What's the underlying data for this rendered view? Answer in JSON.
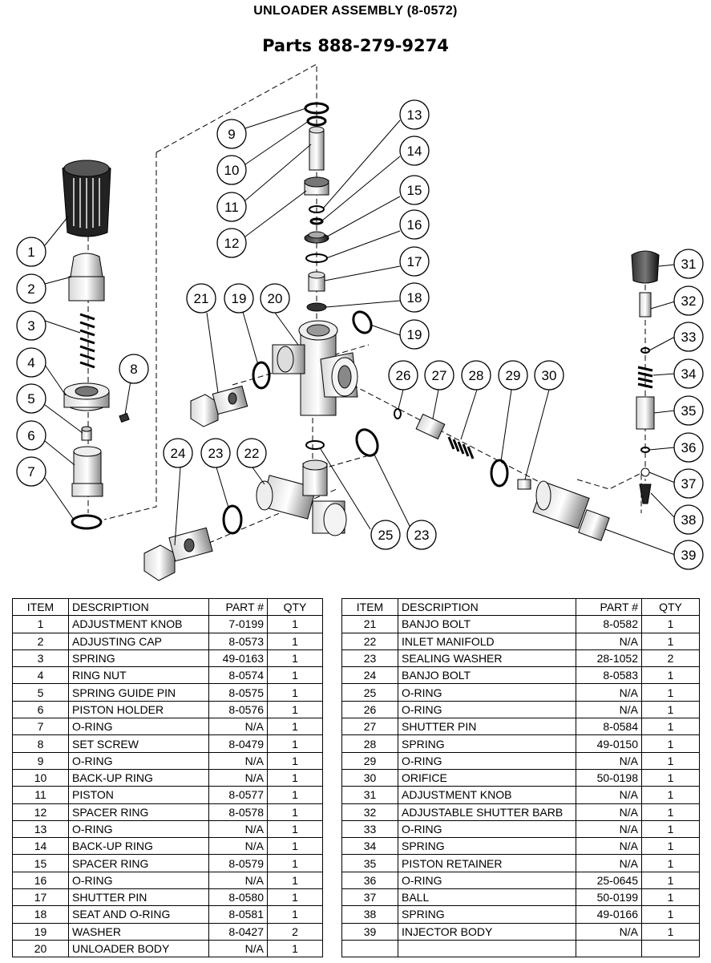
{
  "header": {
    "title": "UNLOADER ASSEMBLY (8-0572)",
    "phone": "Parts 888-279-9274"
  },
  "diagram": {
    "callouts": [
      "1",
      "2",
      "3",
      "4",
      "5",
      "6",
      "7",
      "8",
      "9",
      "10",
      "11",
      "12",
      "13",
      "14",
      "15",
      "16",
      "17",
      "18",
      "19",
      "19",
      "20",
      "21",
      "22",
      "23",
      "23",
      "24",
      "25",
      "26",
      "27",
      "28",
      "29",
      "30",
      "31",
      "32",
      "33",
      "34",
      "35",
      "36",
      "37",
      "38",
      "39"
    ]
  },
  "table": {
    "headers": [
      "ITEM",
      "DESCRIPTION",
      "PART #",
      "QTY"
    ],
    "left_rows": [
      [
        "1",
        "ADJUSTMENT KNOB",
        "7-0199",
        "1"
      ],
      [
        "2",
        "ADJUSTING CAP",
        "8-0573",
        "1"
      ],
      [
        "3",
        "SPRING",
        "49-0163",
        "1"
      ],
      [
        "4",
        "RING NUT",
        "8-0574",
        "1"
      ],
      [
        "5",
        "SPRING GUIDE PIN",
        "8-0575",
        "1"
      ],
      [
        "6",
        "PISTON HOLDER",
        "8-0576",
        "1"
      ],
      [
        "7",
        "O-RING",
        "N/A",
        "1"
      ],
      [
        "8",
        "SET SCREW",
        "8-0479",
        "1"
      ],
      [
        "9",
        "O-RING",
        "N/A",
        "1"
      ],
      [
        "10",
        "BACK-UP RING",
        "N/A",
        "1"
      ],
      [
        "11",
        "PISTON",
        "8-0577",
        "1"
      ],
      [
        "12",
        "SPACER RING",
        "8-0578",
        "1"
      ],
      [
        "13",
        "O-RING",
        "N/A",
        "1"
      ],
      [
        "14",
        "BACK-UP RING",
        "N/A",
        "1"
      ],
      [
        "15",
        "SPACER RING",
        "8-0579",
        "1"
      ],
      [
        "16",
        "O-RING",
        "N/A",
        "1"
      ],
      [
        "17",
        "SHUTTER PIN",
        "8-0580",
        "1"
      ],
      [
        "18",
        "SEAT AND O-RING",
        "8-0581",
        "1"
      ],
      [
        "19",
        "WASHER",
        "8-0427",
        "2"
      ],
      [
        "20",
        "UNLOADER BODY",
        "N/A",
        "1"
      ]
    ],
    "right_rows": [
      [
        "21",
        "BANJO BOLT",
        "8-0582",
        "1"
      ],
      [
        "22",
        "INLET MANIFOLD",
        "N/A",
        "1"
      ],
      [
        "23",
        "SEALING WASHER",
        "28-1052",
        "2"
      ],
      [
        "24",
        "BANJO BOLT",
        "8-0583",
        "1"
      ],
      [
        "25",
        "O-RING",
        "N/A",
        "1"
      ],
      [
        "26",
        "O-RING",
        "N/A",
        "1"
      ],
      [
        "27",
        "SHUTTER PIN",
        "8-0584",
        "1"
      ],
      [
        "28",
        "SPRING",
        "49-0150",
        "1"
      ],
      [
        "29",
        "O-RING",
        "N/A",
        "1"
      ],
      [
        "30",
        "ORIFICE",
        "50-0198",
        "1"
      ],
      [
        "31",
        "ADJUSTMENT KNOB",
        "N/A",
        "1"
      ],
      [
        "32",
        "ADJUSTABLE SHUTTER BARB",
        "N/A",
        "1"
      ],
      [
        "33",
        "O-RING",
        "N/A",
        "1"
      ],
      [
        "34",
        "SPRING",
        "N/A",
        "1"
      ],
      [
        "35",
        "PISTON RETAINER",
        "N/A",
        "1"
      ],
      [
        "36",
        "O-RING",
        "25-0645",
        "1"
      ],
      [
        "37",
        "BALL",
        "50-0199",
        "1"
      ],
      [
        "38",
        "SPRING",
        "49-0166",
        "1"
      ],
      [
        "39",
        "INJECTOR BODY",
        "N/A",
        "1"
      ],
      [
        "",
        "",
        "",
        ""
      ]
    ]
  }
}
